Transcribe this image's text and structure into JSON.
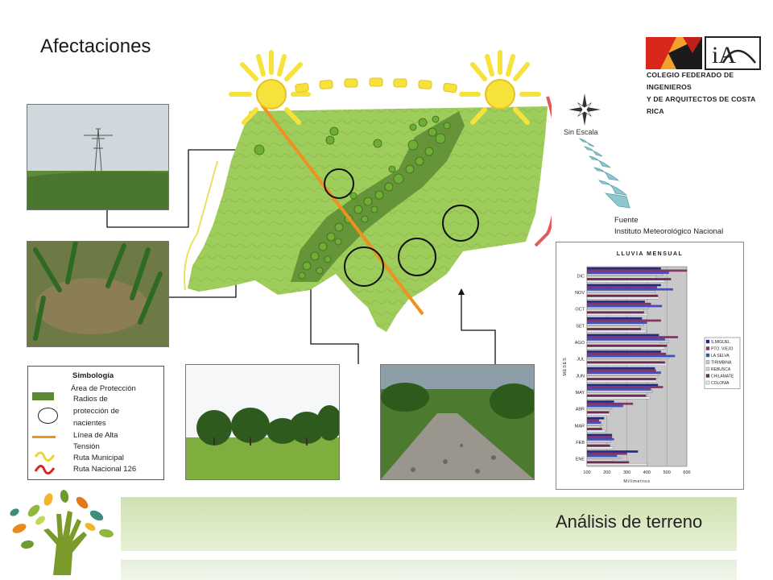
{
  "slide": {
    "title": "Afectaciones",
    "footer_title": "Análisis de terreno"
  },
  "logo": {
    "lines": [
      "COLEGIO FEDERADO DE INGENIEROS",
      "Y DE ARQUITECTOS DE COSTA RICA"
    ]
  },
  "map": {
    "scale_note": "Sin Escala"
  },
  "source": {
    "label": "Fuente",
    "value": "Instituto Meteorológico Nacional"
  },
  "legend": {
    "title": "Simbología",
    "items": [
      "Área de Protección",
      "Radios de",
      "protección de",
      "nacientes",
      "Línea de Alta",
      "Tensión",
      "Ruta Municipal",
      "Ruta Nacional 126"
    ]
  },
  "colors": {
    "terrain": "#9ccc5a",
    "protection_area": "#5c8a33",
    "power_line": "#f0901e",
    "municipal_route": "#e8d730",
    "national_route": "#e25a5a"
  },
  "chart_data": {
    "type": "bar",
    "title": "LLUVIA MENSUAL",
    "xlabel": "Milímetros",
    "ylabel": "MESES",
    "xlim": [
      100,
      600
    ],
    "xticks": [
      "100",
      "200",
      "300",
      "400",
      "500",
      "600"
    ],
    "categories": [
      "ENE",
      "FEB",
      "MAR",
      "ABR",
      "MAY",
      "JUN",
      "JUL",
      "AGO",
      "SET",
      "OCT",
      "NOV",
      "DIC"
    ],
    "legend_position": "right",
    "series": [
      {
        "name": "S.MIGUEL",
        "color": "#1f2a8c",
        "values": [
          355,
          225,
          185,
          235,
          455,
          440,
          470,
          460,
          375,
          390,
          470,
          470
        ]
      },
      {
        "name": "PTO. VIEJO",
        "color": "#8e2f6e",
        "values": [
          300,
          225,
          160,
          330,
          480,
          445,
          495,
          555,
          470,
          420,
          450,
          600
        ]
      },
      {
        "name": "LA SELVA",
        "color": "#3f51c6",
        "values": [
          250,
          235,
          170,
          280,
          420,
          470,
          540,
          490,
          400,
          475,
          530,
          510
        ]
      },
      {
        "name": "TIRIMBINA",
        "color": "#c8c8e6",
        "values": [
          270,
          220,
          175,
          225,
          430,
          460,
          510,
          510,
          385,
          410,
          440,
          480
        ]
      },
      {
        "name": "REBUSCA",
        "color": "#dedcc8",
        "values": [
          230,
          200,
          165,
          215,
          400,
          455,
          470,
          470,
          365,
          385,
          445,
          450
        ]
      },
      {
        "name": "CHILAMATE",
        "color": "#722a55",
        "values": [
          310,
          215,
          175,
          210,
          395,
          445,
          490,
          500,
          370,
          385,
          455,
          520
        ]
      },
      {
        "name": "COLONIA",
        "color": "#e8eef8",
        "values": [
          400,
          230,
          190,
          220,
          415,
          450,
          500,
          490,
          395,
          405,
          460,
          490
        ]
      }
    ]
  }
}
